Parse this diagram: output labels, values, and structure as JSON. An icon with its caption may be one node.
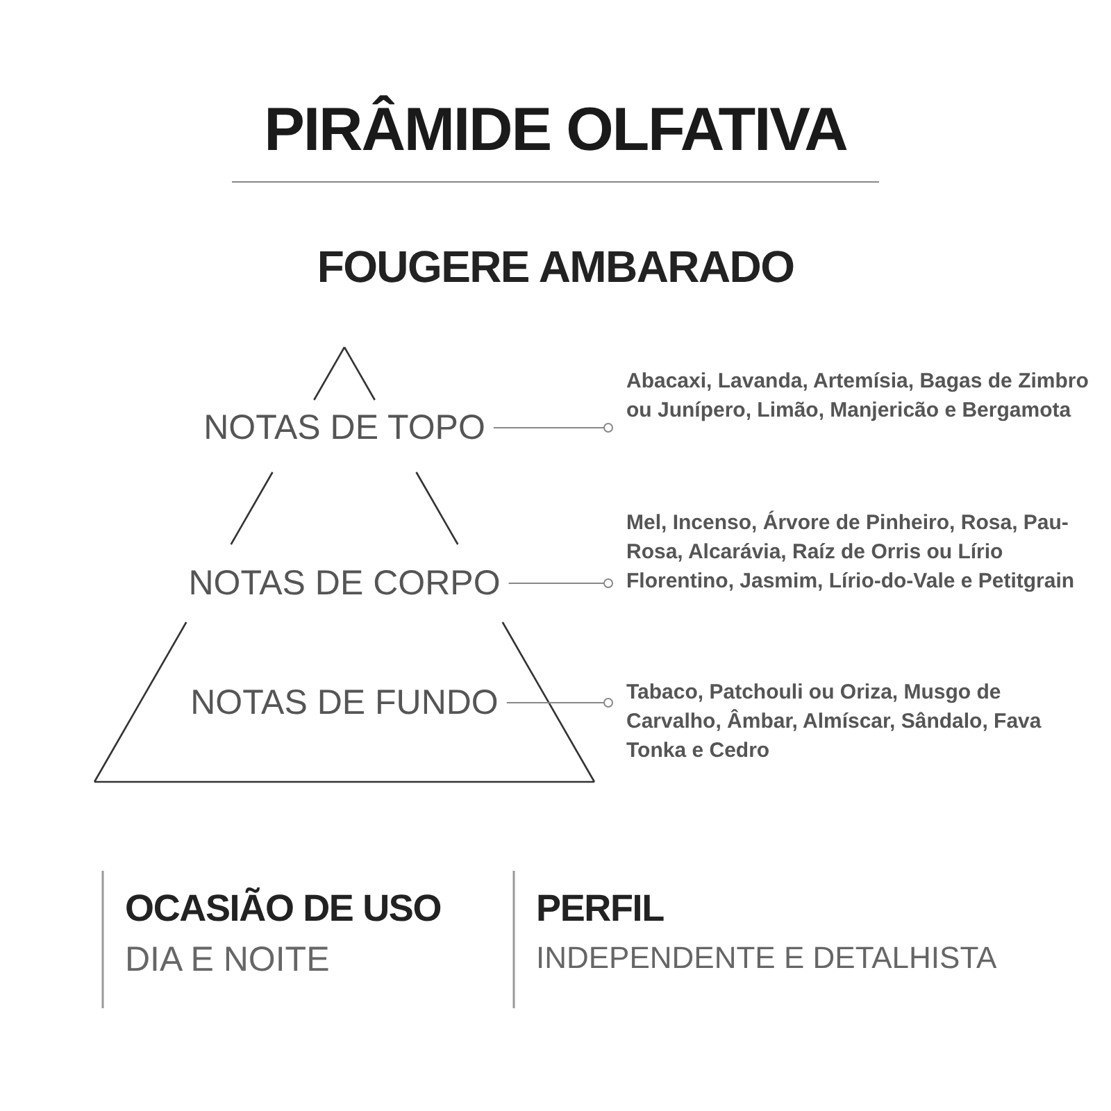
{
  "diagram": {
    "title": "PIRÂMIDE OLFATIVA",
    "nodes": [
      {
        "text": [
          "NOTAS DE TOPO"
        ]
      },
      {
        "text": [
          "NOTAS DE CORPO"
        ]
      },
      {
        "text": [
          "NOTAS DE FUNDO"
        ]
      },
      {
        "text": [
          "Abacaxi, Lavanda, Artemísia, Bagas de Zimbro ou Junípero, Limão, Manjericão e Bergamota"
        ]
      },
      {
        "text": [
          "Mel, Incenso, Árvore de Pinheiro, Rosa, Pau-Rosa, Alcarávia, Raíz de Orris ou Lírio Florentino, Jasmim, Lírio-do-Vale e Petitgrain"
        ]
      },
      {
        "text": [
          "Tabaco, Patchouli ou Oriza, Musgo de Carvalho, Âmbar, Almíscar, Sândalo, Fava Tonka e Cedro"
        ]
      }
    ],
    "edges": [
      {
        "from": 0,
        "to": 3,
        "arrow": "other"
      },
      {
        "from": 1,
        "to": 4,
        "arrow": "other"
      },
      {
        "from": 2,
        "to": 5,
        "arrow": "other"
      }
    ],
    "labels": [
      "FOUGERE AMBARADO",
      "OCASIÃO DE USO",
      "DIA E NOITE",
      "PERFIL",
      "INDEPENDENTE E DETALHISTA"
    ]
  }
}
